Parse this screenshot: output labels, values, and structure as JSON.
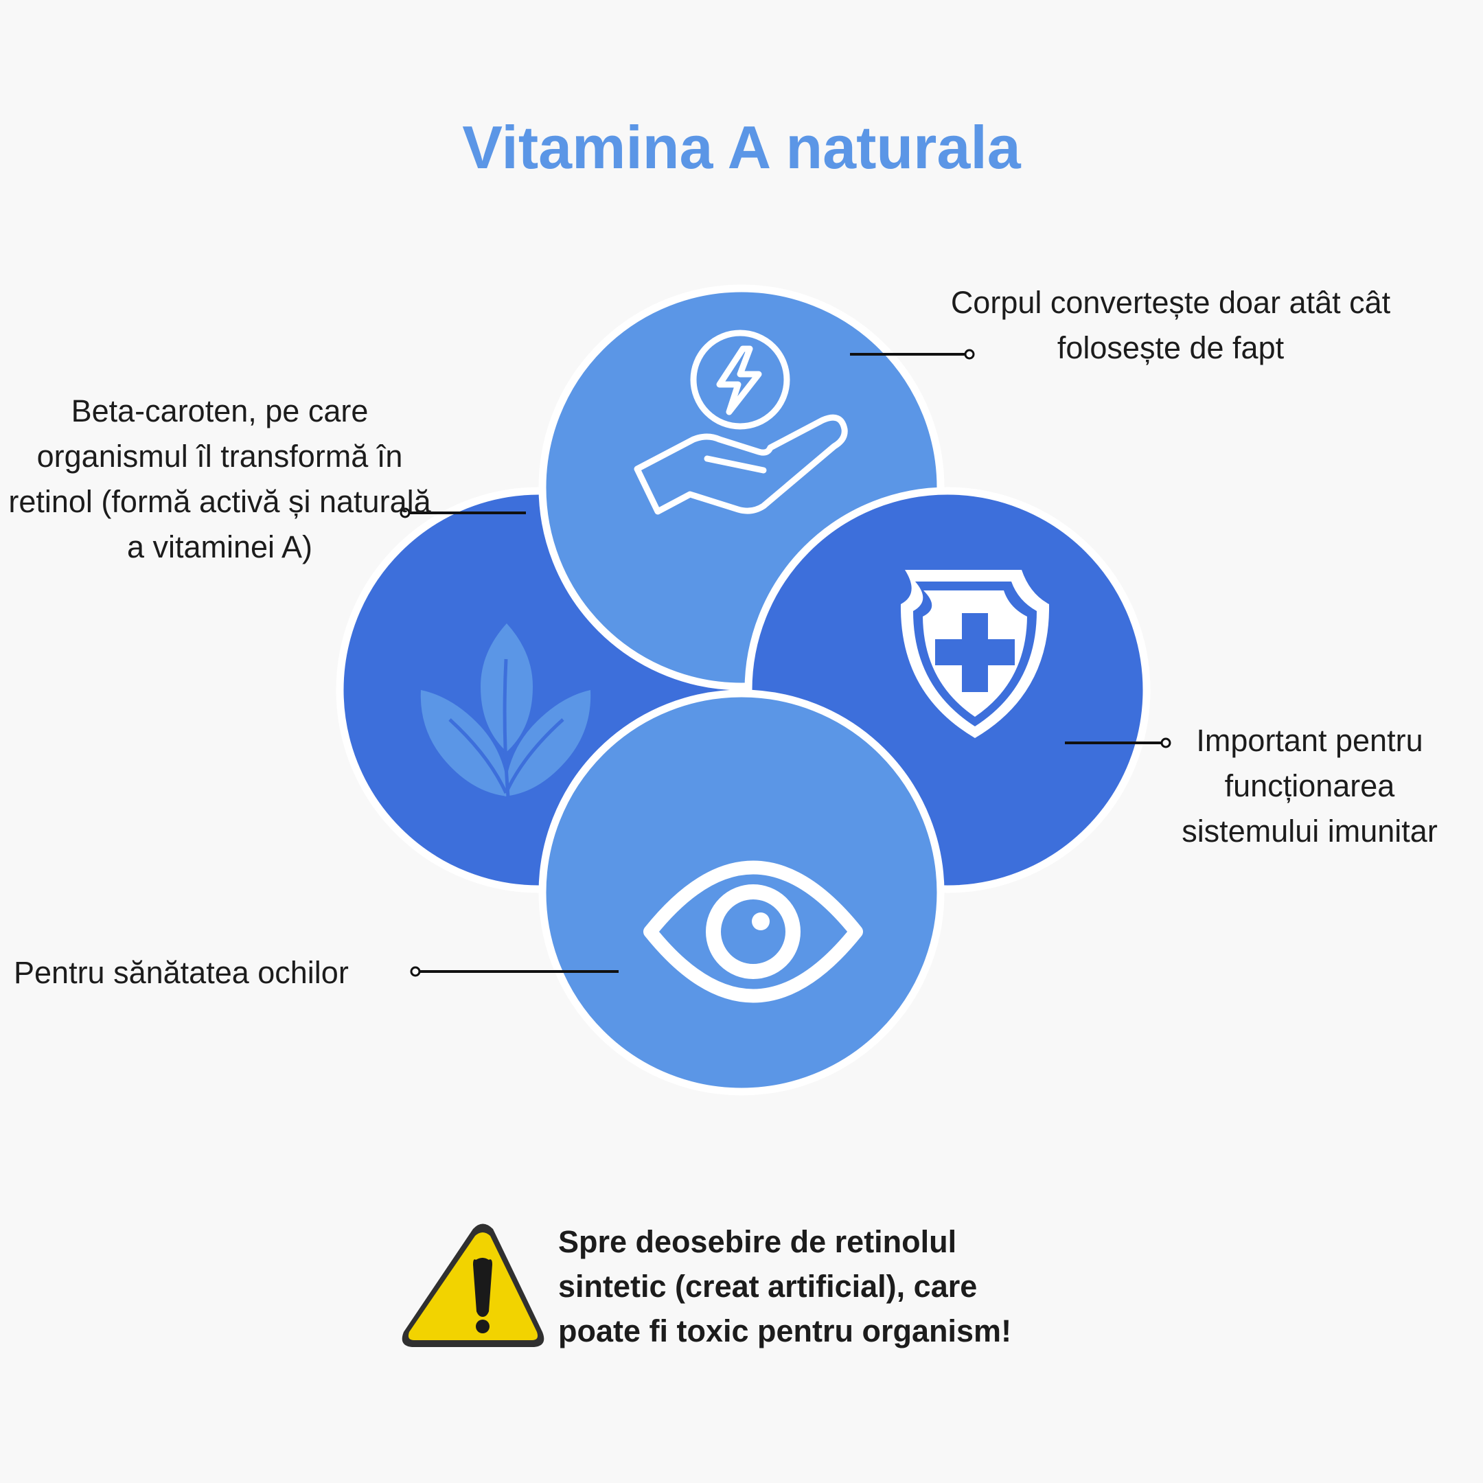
{
  "title": "Vitamina A naturala",
  "colors": {
    "background": "#f8f8f8",
    "title": "#5b96e6",
    "light_blue": "#5b96e6",
    "dark_blue": "#3d6fdb",
    "connector": "#111111",
    "warning_yellow": "#f2d300"
  },
  "callouts": {
    "energy": "Corpul convertește doar atât cât folosește de fapt",
    "plant": "Beta-caroten, pe care organismul îl transformă în retinol (formă activă și naturală a vitaminei A)",
    "shield": "Important pentru funcționarea sistemului imunitar",
    "eye": "Pentru sănătatea ochilor"
  },
  "icons": {
    "top": "hand-energy-icon",
    "left": "leaf-icon",
    "right": "shield-plus-icon",
    "bottom": "eye-icon",
    "warning": "warning-triangle-icon"
  },
  "warning": {
    "text": "Spre deosebire de retinolul sintetic (creat artificial), care poate fi toxic pentru organism!"
  }
}
